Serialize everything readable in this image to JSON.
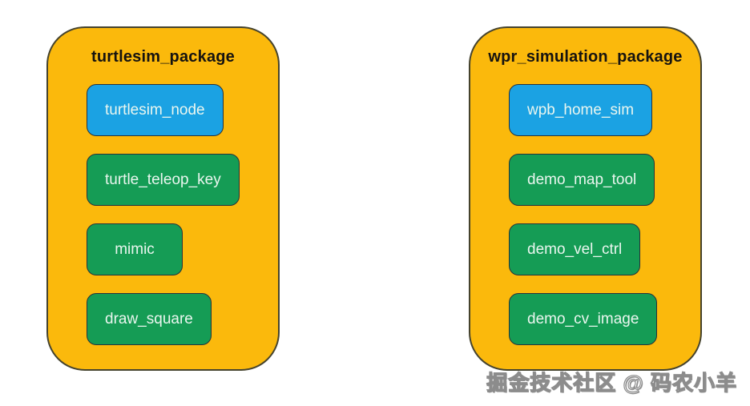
{
  "colors": {
    "canvas_bg": "#FFFFFF",
    "package_fill": "#FBB90C",
    "package_border": "#45432E",
    "node_blue": "#1BA2E3",
    "node_green": "#159C55",
    "node_border": "#27313B",
    "node_text": "#EAF6EF",
    "title_text": "#161310",
    "watermark_fill": "#FFFFFF",
    "watermark_outline": "#8C8C8C"
  },
  "packages": [
    {
      "title": "turtlesim_package",
      "nodes": [
        {
          "label": "turtlesim_node",
          "color": "blue"
        },
        {
          "label": "turtle_teleop_key",
          "color": "green"
        },
        {
          "label": "mimic",
          "color": "green"
        },
        {
          "label": "draw_square",
          "color": "green"
        }
      ]
    },
    {
      "title": "wpr_simulation_package",
      "nodes": [
        {
          "label": "wpb_home_sim",
          "color": "blue"
        },
        {
          "label": "demo_map_tool",
          "color": "green"
        },
        {
          "label": "demo_vel_ctrl",
          "color": "green"
        },
        {
          "label": "demo_cv_image",
          "color": "green"
        }
      ]
    }
  ],
  "watermark": {
    "text": "掘金技术社区 @ 码农小羊"
  }
}
